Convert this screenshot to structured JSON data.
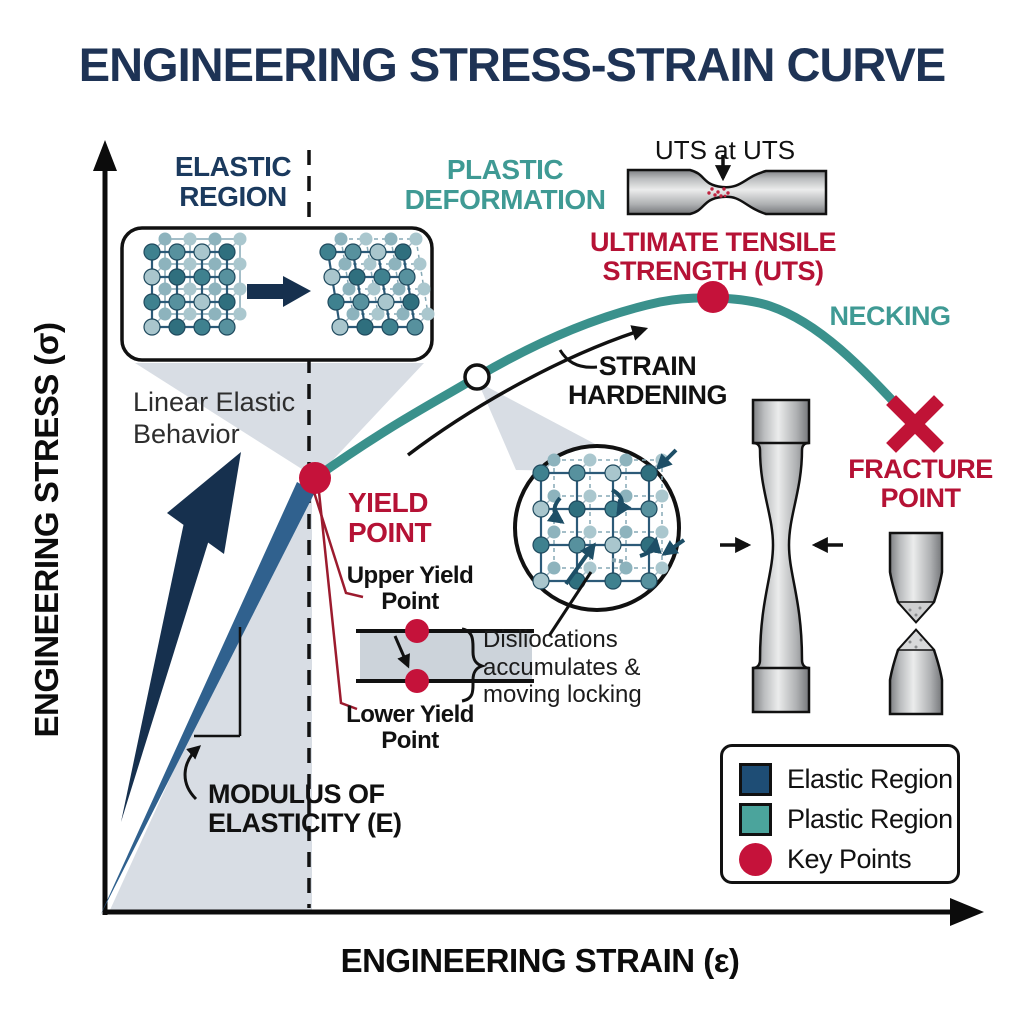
{
  "title": "ENGINEERING STRESS-STRAIN CURVE",
  "axes": {
    "y_label": "ENGINEERING STRESS (σ)",
    "x_label": "ENGINEERING STRAIN (ε)"
  },
  "regions": {
    "elastic": "ELASTIC REGION",
    "plastic": "PLASTIC DEFORMATION"
  },
  "labels": {
    "linear_elastic": "Linear Elastic Behavior",
    "yield": "YIELD POINT",
    "upper_yield": "Upper Yield Point",
    "lower_yield": "Lower Yield Point",
    "dislocations": "Disliocations accumulates & moving locking",
    "strain_hardening": "STRAIN HARDENING",
    "uts_caption": "UTS at UTS",
    "uts": "ULTIMATE TENSILE STRENGTH (UTS)",
    "necking": "NECKING",
    "fracture": "FRACTURE POINT",
    "modulus": "MODULUS OF ELASTICITY (E)"
  },
  "legend": {
    "items": [
      {
        "label": "Elastic Region",
        "color": "#1e4d75",
        "shape": "square"
      },
      {
        "label": "Plastic Region",
        "color": "#4ba49c",
        "shape": "square"
      },
      {
        "label": "Key Points",
        "color": "#c5123a",
        "shape": "circle"
      }
    ]
  },
  "colors": {
    "title_navy": "#1e3355",
    "elastic_text_navy": "#1b3a5e",
    "plastic_text_teal": "#3f9a94",
    "curve_teal": "#3a918c",
    "elastic_line_blue": "#30618e",
    "big_arrow_navy": "#16304e",
    "key_point_red": "#c5123a",
    "label_red": "#b51235",
    "shade_gray": "#d8dde4",
    "ink": "#111111"
  },
  "curve": {
    "type": "annotated stress-strain curve",
    "key_points": [
      "Yield Point",
      "Upper Yield Point",
      "Lower Yield Point",
      "Ultimate Tensile Strength (UTS)",
      "Fracture Point"
    ],
    "segments": [
      "Linear Elastic Behavior",
      "Strain Hardening",
      "Necking"
    ]
  }
}
